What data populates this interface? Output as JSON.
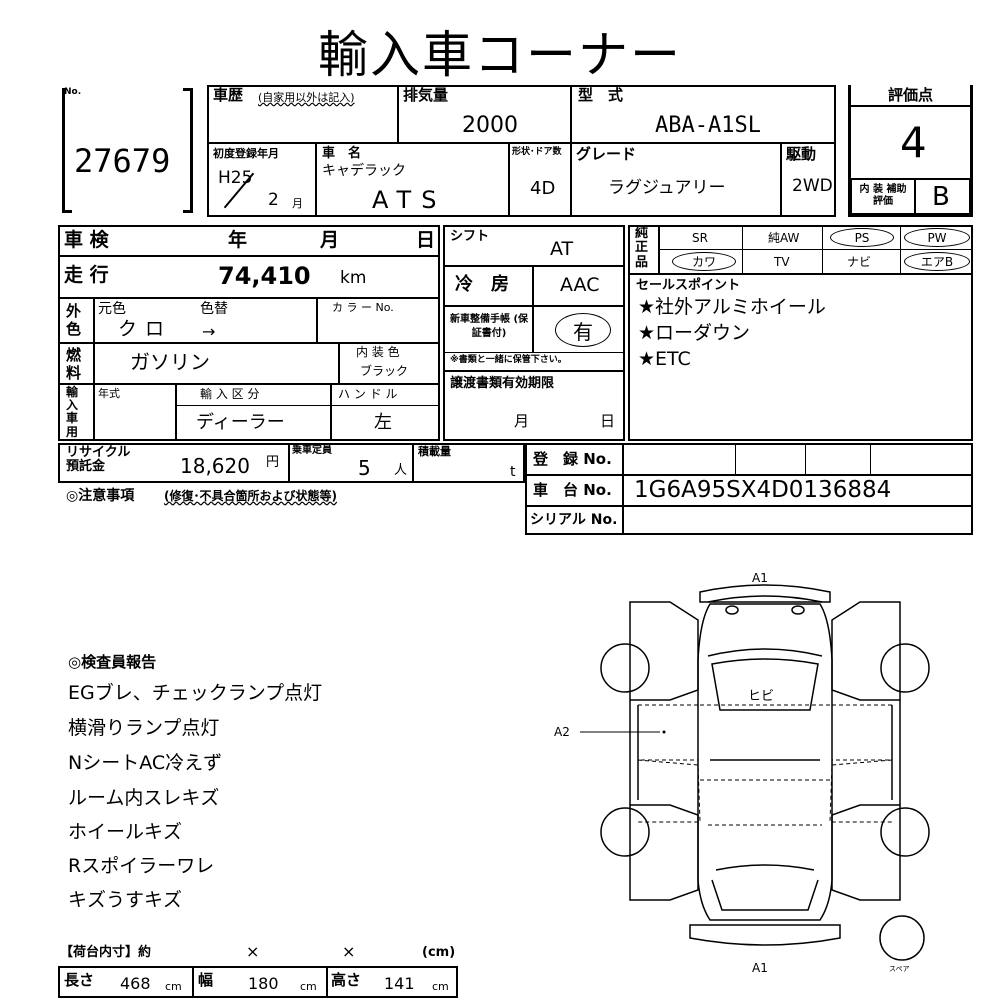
{
  "title": "輸入車コーナー",
  "no_label": "No.",
  "lot_number": "27679",
  "history_label": "車歴",
  "history_note": "(自家用以外は記入)",
  "displacement_label": "排気量",
  "displacement": "2000",
  "model_label": "型　式",
  "model": "ABA-A1SL",
  "score_label": "評価点",
  "score": "4",
  "first_reg_label": "初度登録年月",
  "first_reg_year": "H25",
  "first_reg_month": "2",
  "month_unit": "月",
  "car_name_label": "車　名",
  "maker": "キャデラック",
  "car_name": "ATS",
  "shape_label": "形状･ドア数",
  "doors": "4D",
  "grade_label": "グレード",
  "grade": "ラグジュアリー",
  "drive_label": "駆動",
  "drive": "2WD",
  "interior_score_label": "内 装 補助評価",
  "interior_score": "B",
  "inspection_label": "車 検",
  "year_label": "年",
  "month_label": "月",
  "day_label": "日",
  "shift_label": "シフト",
  "shift": "AT",
  "equip_label": "純正品",
  "equipment": [
    "SR",
    "純AW",
    "PS",
    "PW",
    "カワ",
    "TV",
    "ナビ",
    "エアB"
  ],
  "mileage_label": "走 行",
  "mileage": "74,410",
  "mileage_unit": "km",
  "ac_label": "冷　房",
  "ac": "AAC",
  "exterior_color_label": "外色",
  "original_color_label": "元色",
  "repaint_label": "色替",
  "color_no_label": "カ ラ ー No.",
  "color": "クロ",
  "arrow": "→",
  "manual_label": "新車整備手帳 (保証書付)",
  "manual_value": "有",
  "manual_note": "※書類と一緒に保管下さい。",
  "fuel_label": "燃料",
  "fuel": "ガソリン",
  "interior_color_label": "内 装 色",
  "interior_color": "ブラック",
  "sales_point_label": "セールスポイント",
  "sales_points": [
    "★社外アルミホイール",
    "★ローダウン",
    "★ETC"
  ],
  "import_label": "輸入車用",
  "model_year_label": "年式",
  "import_type_label": "輸 入 区 分",
  "import_type": "ディーラー",
  "handle_label": "ハ ン ド ル",
  "handle": "左",
  "transfer_label": "譲渡書類有効期限",
  "recycle_label": "リサイクル 預託金",
  "recycle_amount": "18,620",
  "yen_unit": "円",
  "capacity_label": "乗車定員",
  "capacity": "5",
  "person_unit": "人",
  "load_label": "積載量",
  "ton_unit": "t",
  "reg_no_label": "登　録 No.",
  "chassis_label": "車　台 No.",
  "chassis": "1G6A95SX4D0136884",
  "serial_label": "シリアル No.",
  "notes_label": "◎注意事項",
  "notes_sub": "(修復･不具合箇所および状態等)",
  "inspector_label": "◎検査員報告",
  "inspector_items": [
    "EGブレ、チェックランプ点灯",
    "横滑りランプ点灯",
    "NシートAC冷えず",
    "ルーム内スレキズ",
    "ホイールキズ",
    "Rスポイラーワレ",
    "キズうすキズ"
  ],
  "cargo_label": "【荷台内寸】約",
  "times": "×",
  "cm_unit_paren": "(cm)",
  "length_label": "長さ",
  "length": "468",
  "width_label": "幅",
  "width": "180",
  "height_label": "高さ",
  "height": "141",
  "cm_unit": "cm",
  "diagram_top": "A1",
  "diagram_bottom": "A1",
  "diagram_left": "A2",
  "windshield_note": "ヒビ",
  "spare_label": "スペア"
}
